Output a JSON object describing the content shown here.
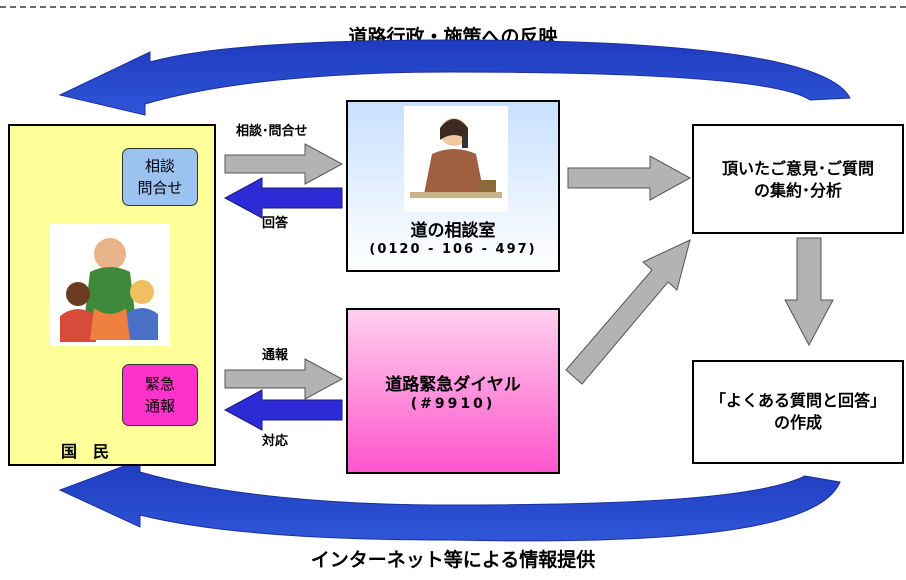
{
  "top_caption": "道路行政・施策への反映",
  "bottom_caption": "インターネット等による情報提供",
  "citizen": {
    "label": "国　民",
    "consult_badge": [
      "相談",
      "問合せ"
    ],
    "emergency_badge": [
      "緊急",
      "通報"
    ]
  },
  "consultation_room": {
    "title": "道の相談室",
    "phone": "(0120 - 106 - 497)"
  },
  "emergency_dial": {
    "title": "道路緊急ダイヤル",
    "number": "(#9910)"
  },
  "arrows": {
    "consult_to": "相談･問合せ",
    "answer_back": "回答",
    "report_to": "通報",
    "response_back": "対応"
  },
  "analysis_box": [
    "頂いたご意見･ご質問",
    "の集約･分析"
  ],
  "faq_box": [
    "｢よくある質問と回答｣",
    "の作成"
  ],
  "colors": {
    "citizen_bg": "#ffff99",
    "consult_badge": "#9cc3f0",
    "emergency_badge": "#ff33cc",
    "emergency_box_top": "#ffd0ee",
    "emergency_box_bottom": "#ff55cc",
    "room_box_top": "#c8e0ff",
    "room_box_bottom": "#ffffff",
    "grey_arrow": "#b3b3b3",
    "blue_arrow": "#2d2bd6",
    "loop_arrow": "#1f3bbf"
  },
  "icons": [
    "family-illustration-icon",
    "operator-illustration-icon"
  ]
}
